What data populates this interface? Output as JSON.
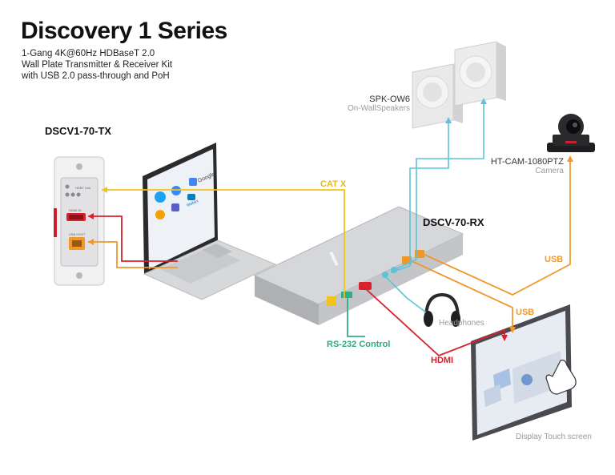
{
  "title": "Discovery 1 Series",
  "subtitle_lines": [
    "1-Gang 4K@60Hz HDBaseT 2.0",
    "Wall Plate Transmitter & Receiver Kit",
    "with USB 2.0 pass-through and PoH"
  ],
  "devices": {
    "tx": {
      "label": "DSCV1-70-TX",
      "led_label": "HDBT Link",
      "hdmi_port_label": "HDMI IN",
      "usb_port_label": "USB HOST"
    },
    "rx": {
      "label": "DSCV-70-RX"
    },
    "speakers": {
      "label": "SPK-OW6",
      "sublabel": "On-WallSpeakers"
    },
    "camera": {
      "label": "HT-CAM-1080PTZ",
      "sublabel": "Camera"
    },
    "headphones": {
      "sublabel": "Headphones"
    },
    "display": {
      "sublabel": "Display Touch screen"
    },
    "laptop": {
      "app_labels": [
        "Google",
        "Webex"
      ]
    }
  },
  "cables": {
    "catx": "CAT X",
    "usb_camera": "USB",
    "usb_display": "USB",
    "rs232": "RS-232 Control",
    "hdmi": "HDMI"
  },
  "colors": {
    "catx": "#f2c318",
    "usb": "#f0982a",
    "hdmi": "#d8202f",
    "rs232": "#2fae8a",
    "audio": "#5cc4d6",
    "rs232_text": "#2ea884",
    "hdmi_text": "#d61f2e",
    "usb_text": "#ef9a2f",
    "catx_text": "#e4b820"
  }
}
